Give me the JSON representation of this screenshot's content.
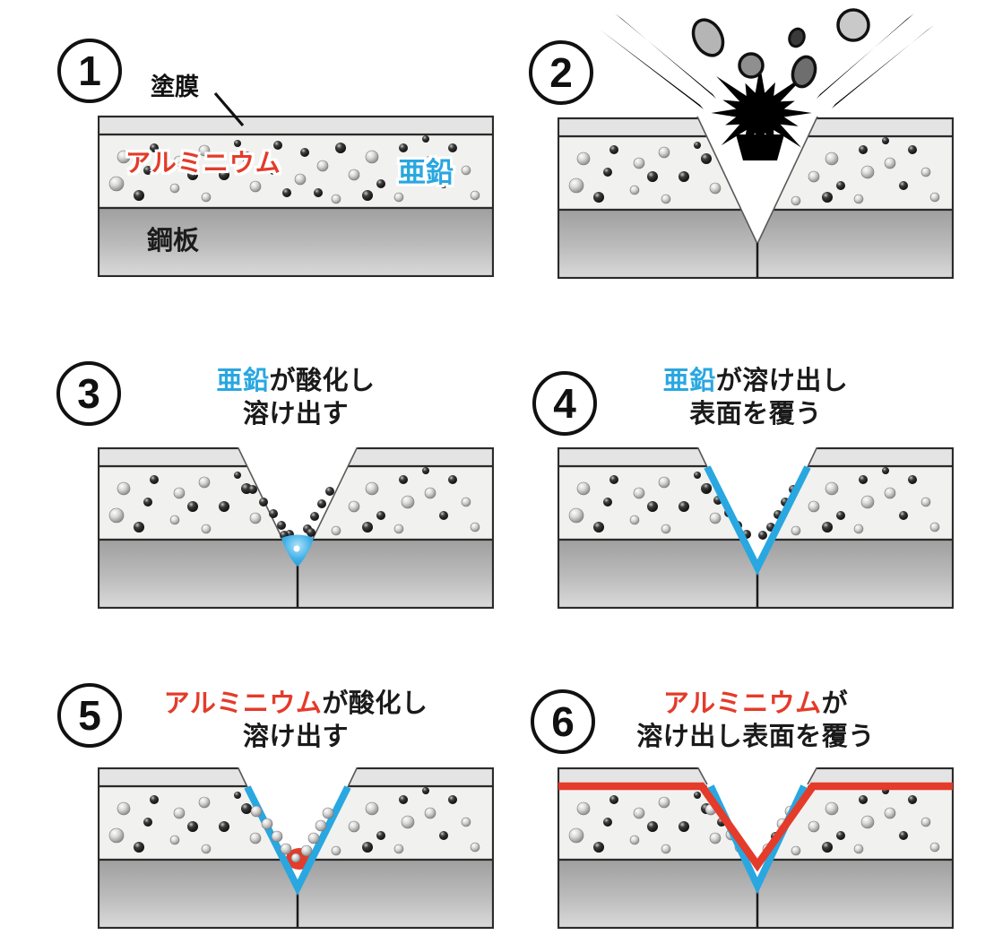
{
  "colors": {
    "zinc_blue": "#29a7e0",
    "aluminum_red": "#e43b2a"
  },
  "panels": [
    {
      "number": "1",
      "labels": {
        "coating": "塗膜",
        "aluminum": "アルミニウム",
        "zinc": "亜鉛",
        "steel": "鋼板"
      }
    },
    {
      "number": "2"
    },
    {
      "number": "3",
      "title": {
        "highlight": "亜鉛",
        "rest1": "が酸化し",
        "line2": "溶け出す"
      }
    },
    {
      "number": "4",
      "title": {
        "highlight": "亜鉛",
        "rest1": "が溶け出し",
        "line2": "表面を覆う"
      }
    },
    {
      "number": "5",
      "title": {
        "highlight": "アルミニウム",
        "rest1": "が酸化し",
        "line2": "溶け出す"
      }
    },
    {
      "number": "6",
      "title": {
        "highlight": "アルミニウム",
        "rest1": "が",
        "line2": "溶け出し表面を覆う"
      }
    }
  ]
}
